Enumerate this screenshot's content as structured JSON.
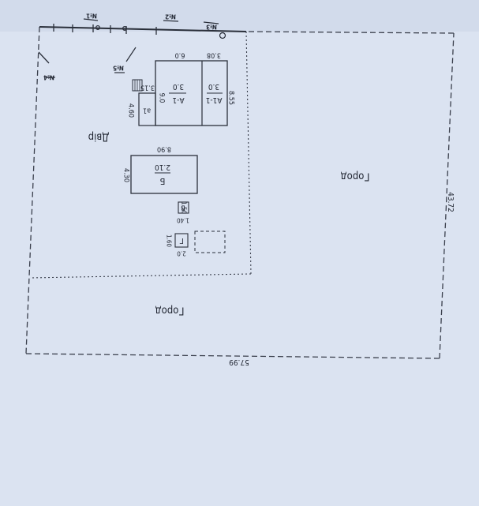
{
  "plan": {
    "dim_width": "57.99",
    "dim_depth": "43.72",
    "garden_top": "Город",
    "garden_bottom": "Город",
    "yard": "Двір",
    "house": {
      "dim_len": "6.0",
      "dim_side": "3.08",
      "dim_right": "8.55",
      "dim_mid": "9.0",
      "dim_left_h": "4.60",
      "dim_step": "3.15",
      "room_a_label": "А-1",
      "room_a_size": "3.0",
      "room_b_label": "А1-1",
      "room_b_size": "3.0",
      "porch": "а1"
    },
    "barn": {
      "dim_len": "8.90",
      "dim_h": "4.30",
      "label": "Б",
      "size": "2.10"
    },
    "small": {
      "box_label": "В",
      "box_dim1": "1.50",
      "box_dim2": "1.40",
      "shed_label": "Г",
      "shed_dim1": "1.60",
      "shed_dim2": "2.0"
    },
    "marks": [
      "№1",
      "№2",
      "№3",
      "№4",
      "№5"
    ]
  }
}
